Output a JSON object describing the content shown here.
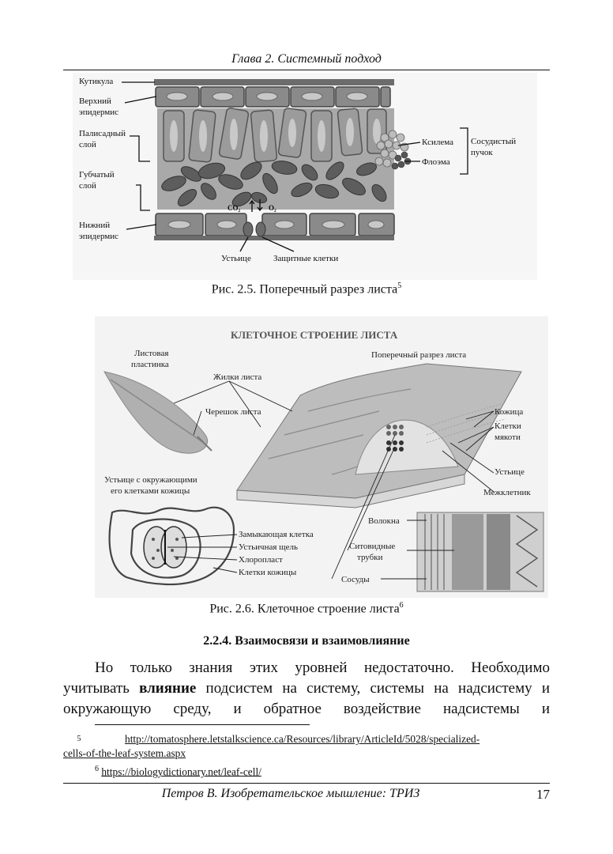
{
  "header": {
    "title": "Глава 2. Системный подход"
  },
  "figure1": {
    "labels": {
      "cuticle": "Кутикула",
      "upper_epidermis_1": "Верхний",
      "upper_epidermis_2": "эпидермис",
      "palisade_1": "Палисадный",
      "palisade_2": "слой",
      "spongy_1": "Губчатый",
      "spongy_2": "слой",
      "lower_epidermis_1": "Нижний",
      "lower_epidermis_2": "эпидермис",
      "stoma": "Устьице",
      "guard_cells": "Защитные клетки",
      "xylem": "Ксилема",
      "phloem": "Флоэма",
      "vascular_1": "Сосудистый",
      "vascular_2": "пучок",
      "co2": "CO₂",
      "o2": "O₂"
    },
    "caption": "Рис. 2.5. Поперечный разрез листа",
    "caption_ref": "5"
  },
  "figure2": {
    "title": "КЛЕТОЧНОЕ СТРОЕНИЕ ЛИСТА",
    "labels": {
      "leaf_blade_1": "Листовая",
      "leaf_blade_2": "пластинка",
      "cross_section": "Поперечный разрез листа",
      "veins": "Жилки листа",
      "petiole": "Черешок листа",
      "skin": "Кожица",
      "pulp_1": "Клетки",
      "pulp_2": "мякоти",
      "stoma": "Устьице",
      "intercellular": "Межклетник",
      "stoma_with_cells_1": "Устьице с окружающими",
      "stoma_with_cells_2": "его клетками кожицы",
      "guard_cell": "Замыкающая клетка",
      "stomatal_gap": "Устьичная щель",
      "chloroplast": "Хлоропласт",
      "skin_cells": "Клетки кожицы",
      "fibers": "Волокна",
      "sieve_1": "Ситовидные",
      "sieve_2": "трубки",
      "vessels": "Сосуды"
    },
    "caption": "Рис. 2.6. Клеточное строение листа",
    "caption_ref": "6"
  },
  "section": {
    "heading": "2.2.4. Взаимосвязи и взаимовлияние"
  },
  "paragraph": {
    "line1": "Но только знания этих уровней недостаточно. Необходимо",
    "line2_pre": "учитывать ",
    "line2_bold": "влияние",
    "line2_post": " подсистем на систему, системы на надсистему и",
    "line3": "окружающую среду, и обратное воздействие надсистемы и"
  },
  "footnotes": {
    "fn5_num": "5",
    "fn5_url_1": "http://tomatosphere.letstalkscience.ca/Resources/library/ArticleId/5028/specialized-",
    "fn5_url_2": "cells-of-the-leaf-system.aspx",
    "fn6_num": "6",
    "fn6_url": "https://biologydictionary.net/leaf-cell/"
  },
  "footer": {
    "text": "Петров В. Изобретательское мышление: ТРИЗ",
    "page": "17"
  }
}
